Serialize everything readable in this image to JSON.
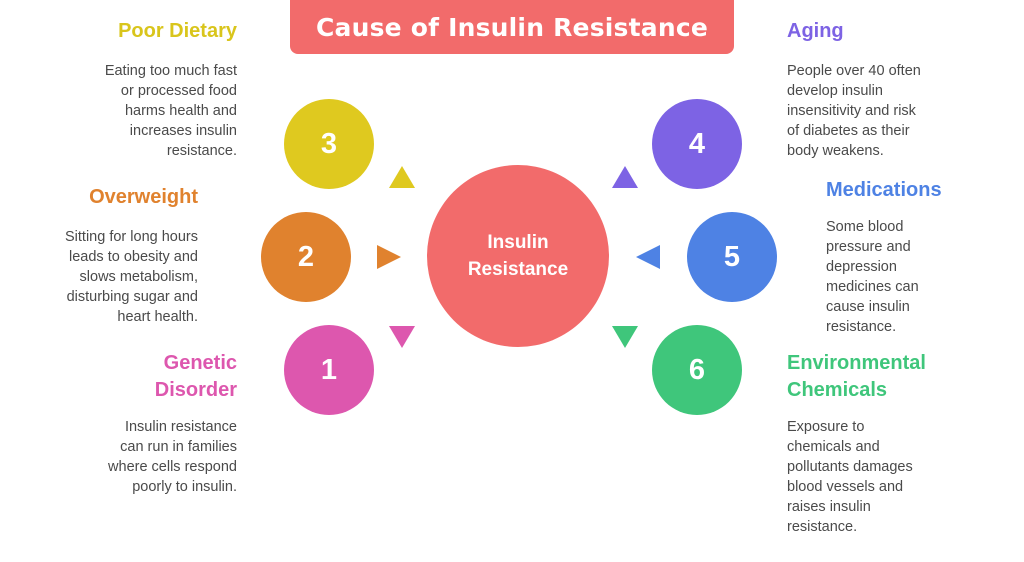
{
  "title": "Cause of Insulin Resistance",
  "center": {
    "line1": "Insulin",
    "line2": "Resistance"
  },
  "colors": {
    "title_bg": "#f26b6b",
    "center": "#f26b6b",
    "cause1": "#dd57ae",
    "cause2": "#e0822e",
    "cause3": "#dfc91f",
    "cause4": "#7d63e4",
    "cause5": "#4e82e4",
    "cause6": "#3fc67b"
  },
  "causes": [
    {
      "number": "1",
      "heading_lines": [
        "Genetic",
        "Disorder"
      ],
      "description_lines": [
        "Insulin resistance",
        "can run in families",
        "where cells respond",
        "poorly to insulin."
      ]
    },
    {
      "number": "2",
      "heading_lines": [
        "Overweight"
      ],
      "description_lines": [
        "Sitting for long hours",
        "leads to obesity and",
        "slows metabolism,",
        "disturbing sugar and",
        "heart health."
      ]
    },
    {
      "number": "3",
      "heading_lines": [
        "Poor Dietary"
      ],
      "description_lines": [
        "Eating too much fast",
        "or processed food",
        "harms health and",
        "increases insulin",
        "resistance."
      ]
    },
    {
      "number": "4",
      "heading_lines": [
        "Aging"
      ],
      "description_lines": [
        "People over 40 often",
        "develop insulin",
        "insensitivity and risk",
        "of diabetes as their",
        "body weakens."
      ]
    },
    {
      "number": "5",
      "heading_lines": [
        "Medications"
      ],
      "description_lines": [
        "Some blood",
        "pressure and",
        "depression",
        "medicines can",
        "cause insulin",
        "resistance."
      ]
    },
    {
      "number": "6",
      "heading_lines": [
        "Environmental",
        "Chemicals"
      ],
      "description_lines": [
        "Exposure to",
        "chemicals and",
        "pollutants damages",
        "blood vessels and",
        "raises insulin",
        "resistance."
      ]
    }
  ]
}
